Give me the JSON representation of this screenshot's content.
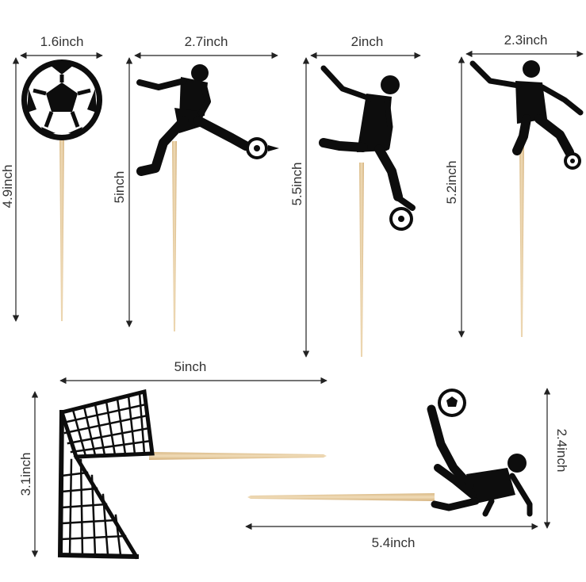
{
  "colors": {
    "silhouette": "#0d0d0d",
    "stick": "#e3c89b",
    "dimension_line": "#222222",
    "background": "#ffffff"
  },
  "toppers": [
    {
      "name": "soccer-ball",
      "width": "1.6inch",
      "height": "4.9inch"
    },
    {
      "name": "player-dribbling",
      "width": "2.7inch",
      "height": "5inch"
    },
    {
      "name": "player-jumping-kick",
      "width": "2inch",
      "height": "5.5inch"
    },
    {
      "name": "player-running",
      "width": "2.3inch",
      "height": "5.2inch"
    },
    {
      "name": "goal-net",
      "width": "5inch",
      "height": "3.1inch"
    },
    {
      "name": "player-bicycle-kick",
      "width": "5.4inch",
      "height": "2.4inch"
    }
  ]
}
